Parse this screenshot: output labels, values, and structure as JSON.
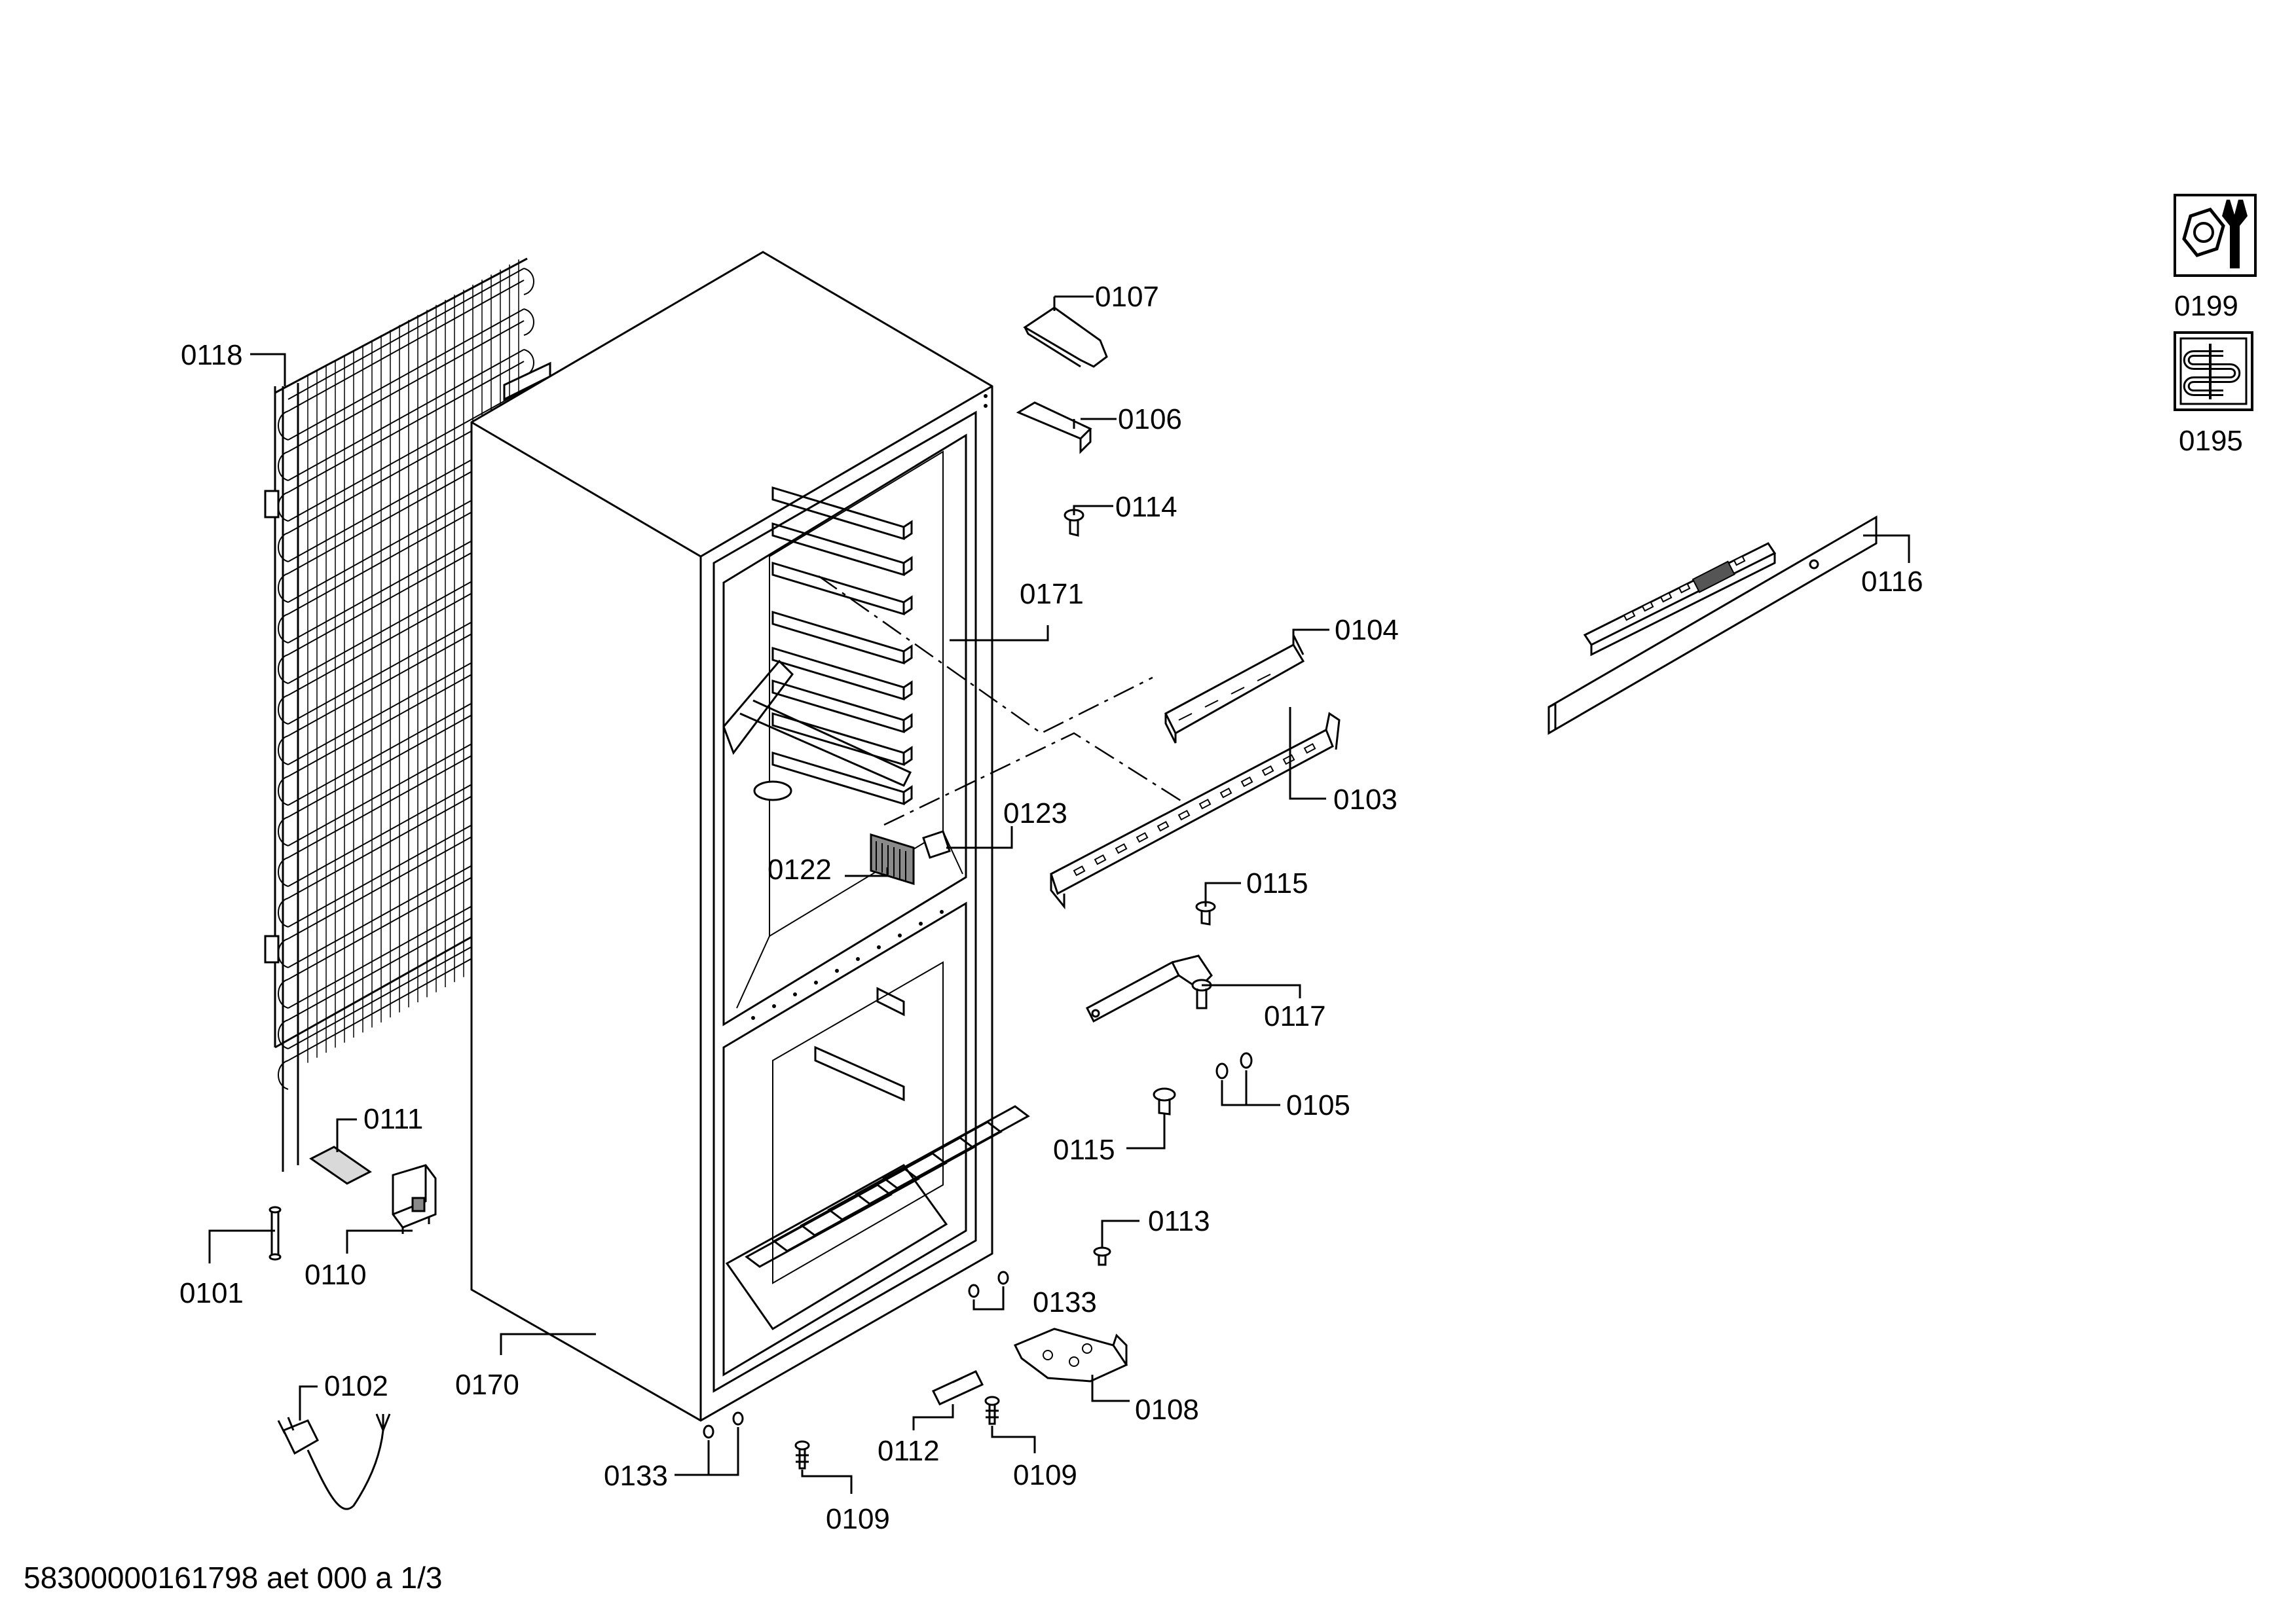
{
  "parts": {
    "p0118": "0118",
    "p0107": "0107",
    "p0106": "0106",
    "p0114": "0114",
    "p0171": "0171",
    "p0104": "0104",
    "p0116": "0116",
    "p0199": "0199",
    "p0195": "0195",
    "p0103": "0103",
    "p0123": "0123",
    "p0122": "0122",
    "p0115a": "0115",
    "p0117": "0117",
    "p0105": "0105",
    "p0115b": "0115",
    "p0111": "0111",
    "p0113": "0113",
    "p0110": "0110",
    "p0101": "0101",
    "p0133a": "0133",
    "p0170": "0170",
    "p0102": "0102",
    "p0108": "0108",
    "p0112": "0112",
    "p0133b": "0133",
    "p0109a": "0109",
    "p0109b": "0109"
  },
  "footer": {
    "doc_ref": "58300000161798 aet 000 a 1/3"
  },
  "icons": {
    "service_tool": "wrench-nut-icon",
    "condenser": "condenser-coil-icon"
  }
}
